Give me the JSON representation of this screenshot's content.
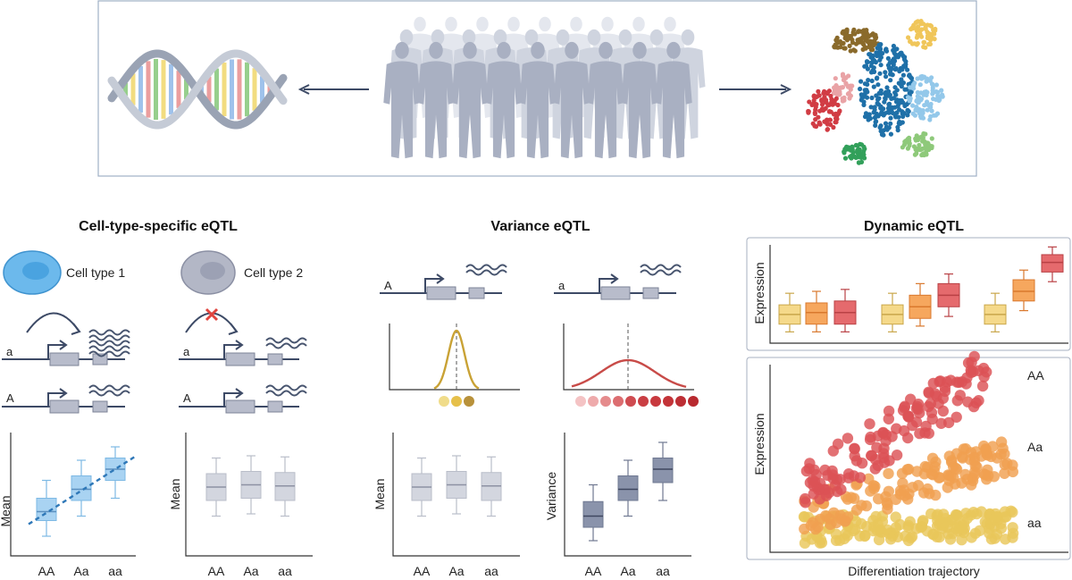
{
  "sections": {
    "cell_type": {
      "title": "Cell-type-specific eQTL",
      "cell1_label": "Cell type 1",
      "cell2_label": "Cell type 2",
      "allele_lower": "a",
      "allele_upper": "A",
      "ylabel": "Mean"
    },
    "variance": {
      "title": "Variance eQTL",
      "allele_left": "A",
      "allele_right": "a",
      "ylabel_mean": "Mean",
      "ylabel_var": "Variance"
    },
    "dynamic": {
      "title": "Dynamic eQTL",
      "ylabel_top": "Expression",
      "ylabel_bottom": "Expression",
      "xlabel_bottom": "Differentiation trajectory",
      "label_AA": "AA",
      "label_Aa": "Aa",
      "label_aa": "aa"
    }
  },
  "genotypes": [
    "AA",
    "Aa",
    "aa"
  ],
  "colors": {
    "blue_box": "#a9d3f2",
    "grey_box": "#d3d6df",
    "dark_box": "#8a93ab",
    "yellow": "#e8c45c",
    "orange": "#f29a45",
    "red": "#e0545a",
    "trend_line": "#2f78b8"
  },
  "chart_data": [
    {
      "type": "box",
      "panel": "Cell type 1",
      "categories": [
        "AA",
        "Aa",
        "aa"
      ],
      "ylabel": "Mean",
      "ylim": [
        0,
        10
      ],
      "boxes": [
        {
          "min": 1.2,
          "q1": 2.6,
          "median": 3.4,
          "q3": 4.6,
          "max": 6.2
        },
        {
          "min": 3.0,
          "q1": 4.4,
          "median": 5.4,
          "q3": 6.6,
          "max": 8.0
        },
        {
          "min": 4.6,
          "q1": 6.2,
          "median": 7.2,
          "q3": 8.2,
          "max": 9.2
        }
      ],
      "trend": true
    },
    {
      "type": "box",
      "panel": "Cell type 2",
      "categories": [
        "AA",
        "Aa",
        "aa"
      ],
      "ylabel": "Mean",
      "ylim": [
        0,
        10
      ],
      "boxes": [
        {
          "min": 3.0,
          "q1": 4.4,
          "median": 5.6,
          "q3": 6.8,
          "max": 8.2
        },
        {
          "min": 3.2,
          "q1": 4.6,
          "median": 5.8,
          "q3": 7.0,
          "max": 8.4
        },
        {
          "min": 3.0,
          "q1": 4.4,
          "median": 5.7,
          "q3": 6.9,
          "max": 8.3
        }
      ]
    },
    {
      "type": "box",
      "panel": "Variance eQTL mean",
      "categories": [
        "AA",
        "Aa",
        "aa"
      ],
      "ylabel": "Mean",
      "ylim": [
        0,
        10
      ],
      "boxes": [
        {
          "min": 3.0,
          "q1": 4.4,
          "median": 5.6,
          "q3": 6.8,
          "max": 8.2
        },
        {
          "min": 3.2,
          "q1": 4.6,
          "median": 5.8,
          "q3": 7.0,
          "max": 8.4
        },
        {
          "min": 3.0,
          "q1": 4.4,
          "median": 5.7,
          "q3": 6.9,
          "max": 8.3
        }
      ]
    },
    {
      "type": "box",
      "panel": "Variance eQTL variance",
      "categories": [
        "AA",
        "Aa",
        "aa"
      ],
      "ylabel": "Variance",
      "ylim": [
        0,
        10
      ],
      "boxes": [
        {
          "min": 0.8,
          "q1": 2.0,
          "median": 3.0,
          "q3": 4.3,
          "max": 5.8
        },
        {
          "min": 3.0,
          "q1": 4.4,
          "median": 5.4,
          "q3": 6.6,
          "max": 8.0
        },
        {
          "min": 4.4,
          "q1": 6.0,
          "median": 7.2,
          "q3": 8.2,
          "max": 9.6
        }
      ]
    },
    {
      "type": "box",
      "panel": "Dynamic eQTL expression over time",
      "ylabel": "Expression",
      "groups": 3,
      "series_colors": [
        "yellow",
        "orange",
        "red"
      ],
      "ylim": [
        0,
        10
      ],
      "boxes": [
        [
          {
            "min": 0.8,
            "q1": 1.6,
            "median": 2.6,
            "q3": 3.6,
            "max": 4.8
          },
          {
            "min": 0.8,
            "q1": 1.6,
            "median": 2.8,
            "q3": 3.8,
            "max": 5.0
          },
          {
            "min": 0.8,
            "q1": 1.6,
            "median": 2.8,
            "q3": 4.0,
            "max": 5.2
          }
        ],
        [
          {
            "min": 0.8,
            "q1": 1.6,
            "median": 2.6,
            "q3": 3.6,
            "max": 4.8
          },
          {
            "min": 1.4,
            "q1": 2.2,
            "median": 3.4,
            "q3": 4.6,
            "max": 5.8
          },
          {
            "min": 2.4,
            "q1": 3.4,
            "median": 4.6,
            "q3": 5.8,
            "max": 6.8
          }
        ],
        [
          {
            "min": 0.8,
            "q1": 1.6,
            "median": 2.6,
            "q3": 3.6,
            "max": 4.8
          },
          {
            "min": 3.0,
            "q1": 4.0,
            "median": 5.0,
            "q3": 6.2,
            "max": 7.2
          },
          {
            "min": 6.0,
            "q1": 7.0,
            "median": 8.0,
            "q3": 8.8,
            "max": 9.6
          }
        ]
      ]
    },
    {
      "type": "scatter",
      "panel": "Dynamic eQTL trajectory",
      "xlabel": "Differentiation trajectory",
      "ylabel": "Expression",
      "xlim": [
        0,
        10
      ],
      "ylim": [
        0,
        10
      ],
      "series": [
        {
          "name": "AA",
          "color": "red",
          "start": 3.2,
          "end": 9.6,
          "spread": 1.4
        },
        {
          "name": "Aa",
          "color": "orange",
          "start": 1.8,
          "end": 5.2,
          "spread": 1.1
        },
        {
          "name": "aa",
          "color": "yellow",
          "start": 1.0,
          "end": 1.2,
          "spread": 0.8
        }
      ]
    }
  ]
}
